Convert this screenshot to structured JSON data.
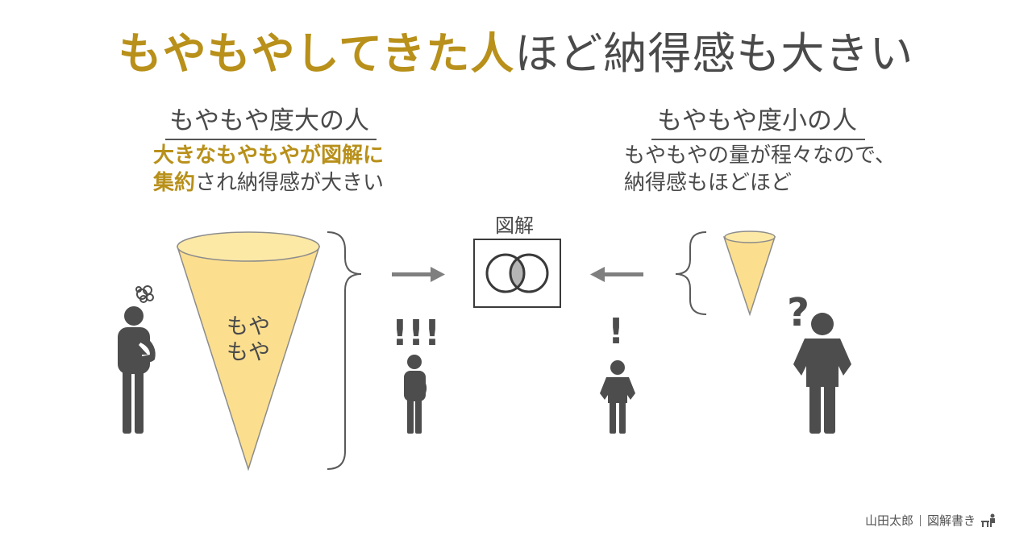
{
  "colors": {
    "accent": "#b8901a",
    "dark": "#4a4a4a",
    "cone_fill": "#fbdf8f",
    "cone_stroke": "#8a8a8a",
    "figure": "#4d4d4d",
    "arrow": "#7f7f7f"
  },
  "title": {
    "accent_part": "もやもやしてきた人",
    "rest_part": "ほど納得感も大きい"
  },
  "left": {
    "heading": "もやもや度大の人",
    "line1_highlight": "大きなもやもやが図解に",
    "line2_highlight": "集約",
    "line2_rest": "され納得感が大きい",
    "cone_line1": "もや",
    "cone_line2": "もや",
    "exclaim": "!!!"
  },
  "center": {
    "label": "図解"
  },
  "right": {
    "heading": "もやもや度小の人",
    "line1": "もやもやの量が程々なので、",
    "line2": "納得感もほどほど",
    "exclaim": "!",
    "question": "?"
  },
  "icons": {
    "thinking_person": "thinking-person-icon",
    "standing_person": "standing-person-icon",
    "venn": "venn-diagram-icon",
    "arrow": "arrow-icon",
    "bracket": "curly-bracket-icon",
    "desk": "person-at-desk-icon"
  },
  "credit": {
    "author": "山田太郎",
    "brand": "図解書き"
  }
}
